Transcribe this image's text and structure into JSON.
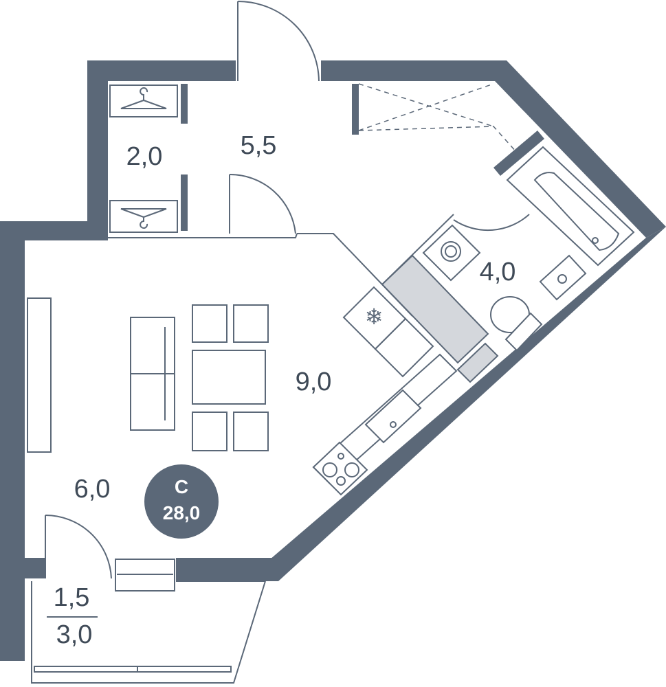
{
  "plan": {
    "areas": {
      "wardrobe": "2,0",
      "hall": "5,5",
      "bathroom": "4,0",
      "kitchen": "9,0",
      "living": "6,0",
      "balcony_top": "1,5",
      "balcony_bottom": "3,0"
    },
    "badge": {
      "type": "С",
      "total": "28,0",
      "color": "#5b6878"
    },
    "colors": {
      "walls": "#5b6878",
      "fixtures_fill": "#d4d7dc",
      "background": "#ffffff"
    },
    "icons": [
      "door-swing-icon",
      "hanger-icon",
      "bathtub-icon",
      "sink-icon",
      "toilet-icon",
      "washing-machine-icon",
      "fridge-snowflake-icon",
      "stove-icon",
      "sofa-icon",
      "armchair-icon",
      "table-icon"
    ]
  }
}
